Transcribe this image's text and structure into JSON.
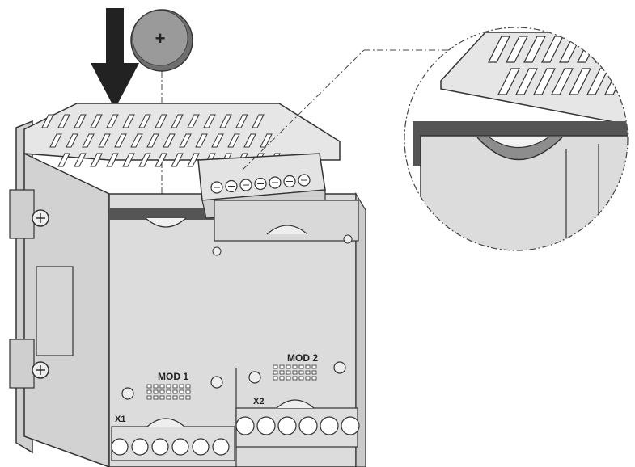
{
  "diagram": {
    "battery": {
      "symbol": "+"
    },
    "labels": {
      "mod1": "MOD 1",
      "mod2": "MOD 2",
      "x1": "X1",
      "x2": "X2"
    },
    "colors": {
      "outline": "#333333",
      "body": "#d8d8d8",
      "top": "#e6e6e6",
      "dark_slot": "#555555",
      "battery": "#8a8a8a",
      "arrow": "#222222"
    }
  }
}
